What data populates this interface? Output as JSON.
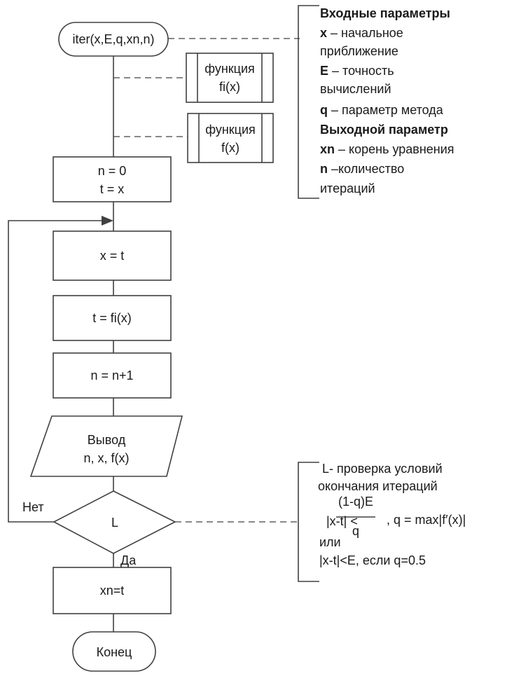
{
  "start": {
    "label": "iter(x,E,q,xn,n)"
  },
  "sub_fi": {
    "line1": "функция",
    "line2": "fi(x)"
  },
  "sub_f": {
    "line1": "функция",
    "line2": "f(x)"
  },
  "init": {
    "line1": "n = 0",
    "line2": "t = x"
  },
  "assign_x": {
    "label": "x = t"
  },
  "assign_t": {
    "label": "t = fi(x)"
  },
  "increment": {
    "label": "n = n+1"
  },
  "output": {
    "line1": "Вывод",
    "line2": "n, x, f(x)"
  },
  "decision": {
    "label": "L",
    "no_label": "Нет",
    "yes_label": "Да"
  },
  "result": {
    "label": "xn=t"
  },
  "end": {
    "label": "Конец"
  },
  "params_note": {
    "input_header": "Входные параметры",
    "x_key": "x",
    "x_desc1": " – начальное",
    "x_desc2": "приближение",
    "e_key": "E",
    "e_desc1": " – точность",
    "e_desc2": "вычислений",
    "q_key": "q",
    "q_desc": " – параметр метода",
    "output_header": "Выходной параметр",
    "xn_key": "xn",
    "xn_desc": " – корень уравнения",
    "n_key": "n",
    "n_desc1": " –количество",
    "n_desc2": "итераций"
  },
  "condition_note": {
    "line1": "L- проверка условий",
    "line2": "окончания итераций",
    "abs_lhs": "|x-t| <",
    "numerator": "(1-q)E",
    "denominator": "q",
    "q_def": ", q = max|f′(x)|",
    "or_text": "или",
    "line_last": "|x-t|<E, если q=0.5"
  }
}
